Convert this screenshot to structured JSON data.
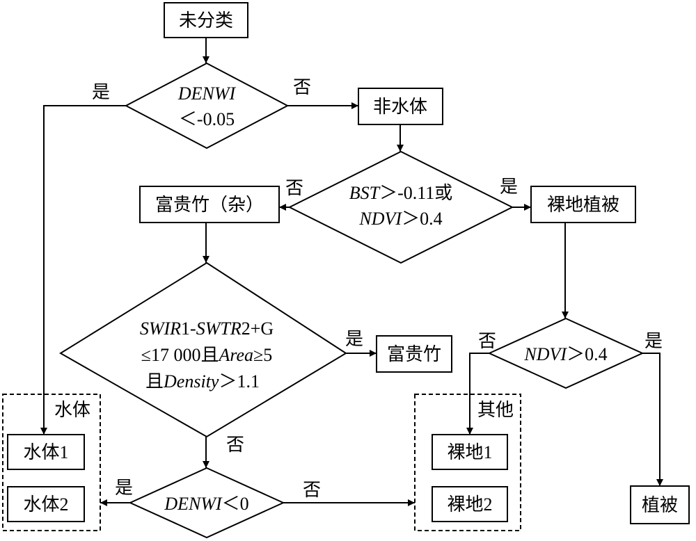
{
  "nodes": {
    "unclassified": "未分类",
    "nonwater": "非水体",
    "fuguizhu_mixed": "富贵竹（杂）",
    "bare_veg": "裸地植被",
    "fuguizhu": "富贵竹",
    "water1": "水体1",
    "water2": "水体2",
    "bare1": "裸地1",
    "bare2": "裸地2",
    "vegetation": "植被"
  },
  "groups": {
    "water": "水体",
    "other": "其他"
  },
  "decisions": {
    "d1": {
      "line1_it": "DENWI",
      "line2": "＜-0.05"
    },
    "d2": {
      "l1_it": "BST",
      "l1_rest": "＞-0.11或",
      "l2_it": "NDVI",
      "l2_rest": "＞0.4"
    },
    "d3": {
      "l1_a_it": "SWIR",
      "l1_b": "1-",
      "l1_c_it": "SWTR",
      "l1_d": "2+G",
      "l2_a": "≤17 000且",
      "l2_b_it": "Area",
      "l2_c": "≥5",
      "l3_a": "且",
      "l3_b_it": "Density",
      "l3_c": "＞1.1"
    },
    "d4": {
      "l1_it": "NDVI",
      "l1_rest": "＞0.4"
    },
    "d5": {
      "l1_it": "DENWI",
      "l1_rest": "＜0"
    }
  },
  "edges": {
    "yes": "是",
    "no": "否"
  }
}
